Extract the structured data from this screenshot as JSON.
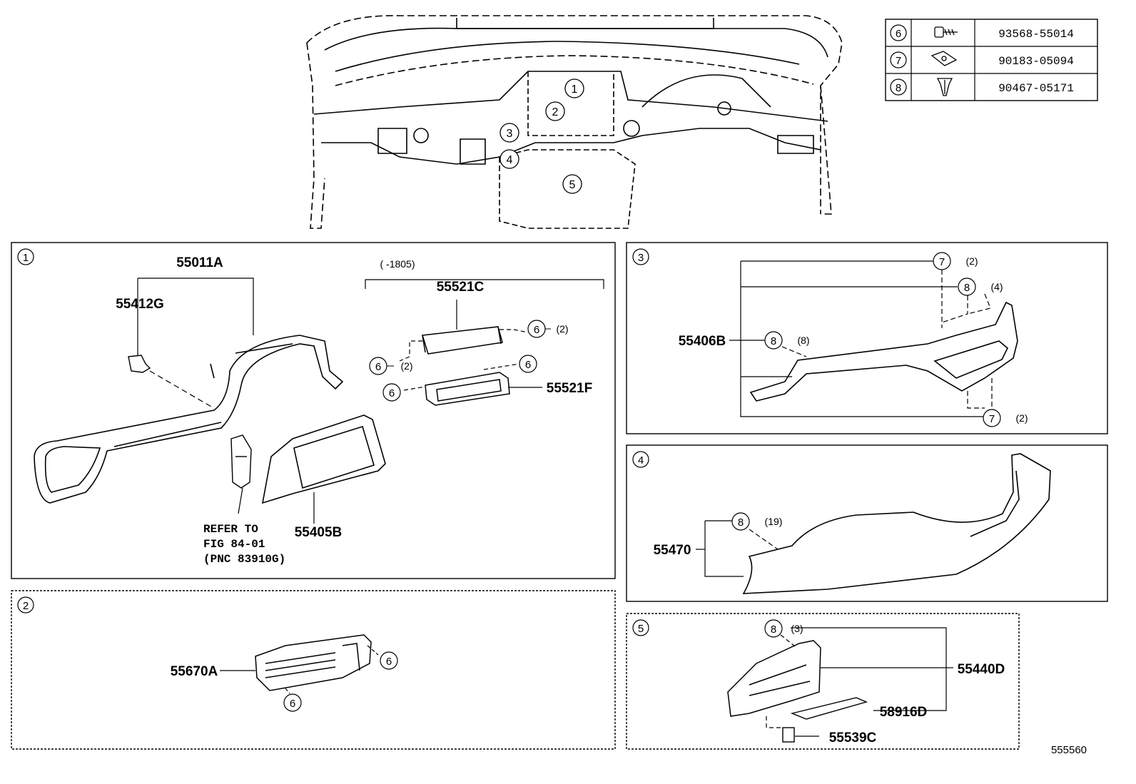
{
  "callouts": {
    "c1": "1",
    "c2": "2",
    "c3": "3",
    "c4": "4",
    "c5": "5",
    "c6": "6",
    "c7": "7",
    "c8": "8"
  },
  "fastener_table": [
    {
      "ref": "6",
      "part": "93568-55014",
      "icon": "bolt-icon"
    },
    {
      "ref": "7",
      "part": "90183-05094",
      "icon": "nut-clip-icon"
    },
    {
      "ref": "8",
      "part": "90467-05171",
      "icon": "push-clip-icon"
    }
  ],
  "panel1": {
    "number": "1",
    "p55011A": "55011A",
    "p55412G": "55412G",
    "bracket_label": "(      -1805)",
    "p55521C": "55521C",
    "p55521F": "55521F",
    "p55405B": "55405B",
    "qty2": "(2)",
    "refer": [
      "REFER TO",
      "FIG 84-01",
      "(PNC 83910G)"
    ]
  },
  "panel2": {
    "number": "2",
    "p55670A": "55670A"
  },
  "panel3": {
    "number": "3",
    "p55406B": "55406B",
    "qty7a": "(2)",
    "qty8a": "(4)",
    "qty8b": "(8)",
    "qty7b": "(2)"
  },
  "panel4": {
    "number": "4",
    "p55470": "55470",
    "qty8": "(19)"
  },
  "panel5": {
    "number": "5",
    "p55440D": "55440D",
    "p58916D": "58916D",
    "p55539C": "55539C",
    "qty8": "(3)"
  },
  "figure_number": "555560"
}
